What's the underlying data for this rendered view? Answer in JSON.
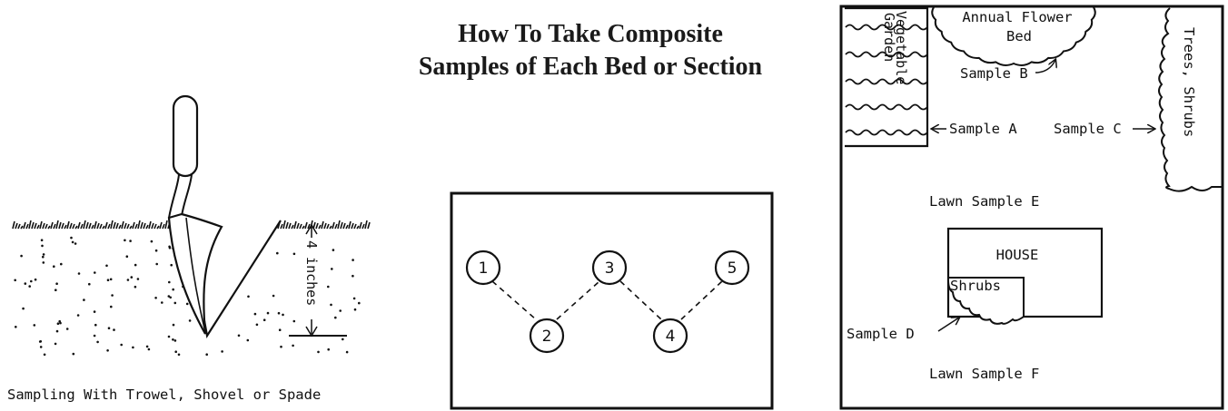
{
  "title": {
    "line1": "How To Take Composite",
    "line2": "Samples of Each Bed or Section"
  },
  "trowel_panel": {
    "depth_label": "4 inches",
    "caption": "Sampling With Trowel, Shovel or Spade"
  },
  "zigzag_panel": {
    "points": [
      "1",
      "2",
      "3",
      "4",
      "5"
    ]
  },
  "yard_map": {
    "annual_flower_bed_line1": "Annual Flower",
    "annual_flower_bed_line2": "Bed",
    "vegetable_garden_line1": "Vegetable",
    "vegetable_garden_line2": "Garden",
    "trees_shrubs": "Trees, Shrubs",
    "sample_a": "Sample A",
    "sample_b": "Sample B",
    "sample_c": "Sample C",
    "sample_d": "Sample D",
    "lawn_sample_e": "Lawn Sample E",
    "lawn_sample_f": "Lawn Sample F",
    "house": "HOUSE",
    "shrubs": "Shrubs"
  }
}
